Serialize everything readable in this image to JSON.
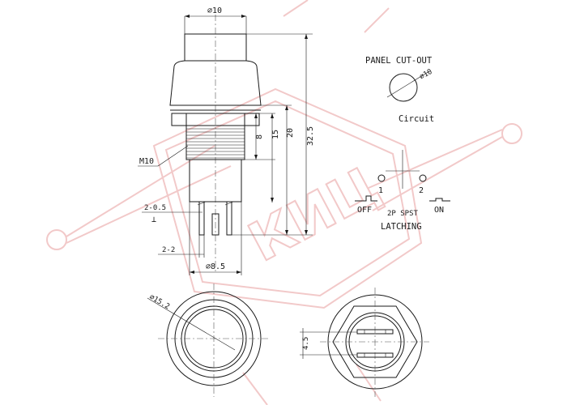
{
  "side_view": {
    "top_diameter": "⌀10",
    "thread": "M10",
    "height_total": "32.5",
    "height_20": "20",
    "height_15": "15",
    "height_8": "8",
    "terminal_thickness": "2-0.5",
    "terminal_symbol": "⊥",
    "terminal_width": "2-2",
    "body_diameter": "⌀8.5"
  },
  "panel": {
    "title": "PANEL CUT-OUT",
    "cutout_diameter": "⌀10"
  },
  "circuit": {
    "title": "Circuit",
    "pin1": "1",
    "pin2": "2",
    "off_label": "OFF",
    "on_label": "ON",
    "type_label": "2P SPST",
    "mode_label": "LATCHING"
  },
  "front_view": {
    "outer_diameter": "⌀15.2"
  },
  "rear_view": {
    "pin_spacing": "4.5"
  },
  "watermark": {
    "text": "КИЦ"
  },
  "colors": {
    "line": "#1a1a1a",
    "watermark": "#f2c9c9"
  }
}
